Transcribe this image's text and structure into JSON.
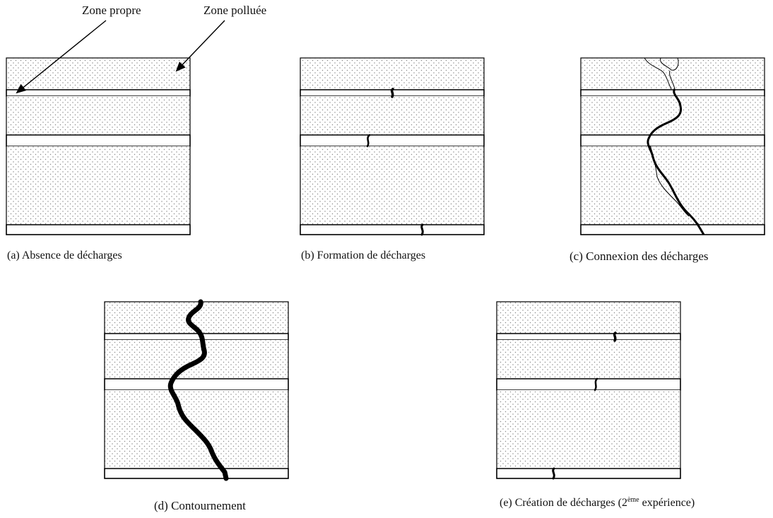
{
  "annotations": {
    "clean_zone": "Zone propre",
    "polluted_zone": "Zone polluée"
  },
  "panels": {
    "a": {
      "caption": "(a) Absence de décharges"
    },
    "b": {
      "caption": "(b) Formation de décharges"
    },
    "c": {
      "caption": "(c) Connexion des décharges"
    },
    "d": {
      "caption": "(d)  Contournement"
    },
    "e": {
      "caption_pre": "(e) Création de décharges  (2",
      "caption_sup": "ème",
      "caption_post": " expérience)"
    }
  },
  "colors": {
    "polluted_fill": "#ffffff",
    "dot": "#8a8a8a",
    "stroke": "#000000",
    "discharge": "#000000"
  }
}
